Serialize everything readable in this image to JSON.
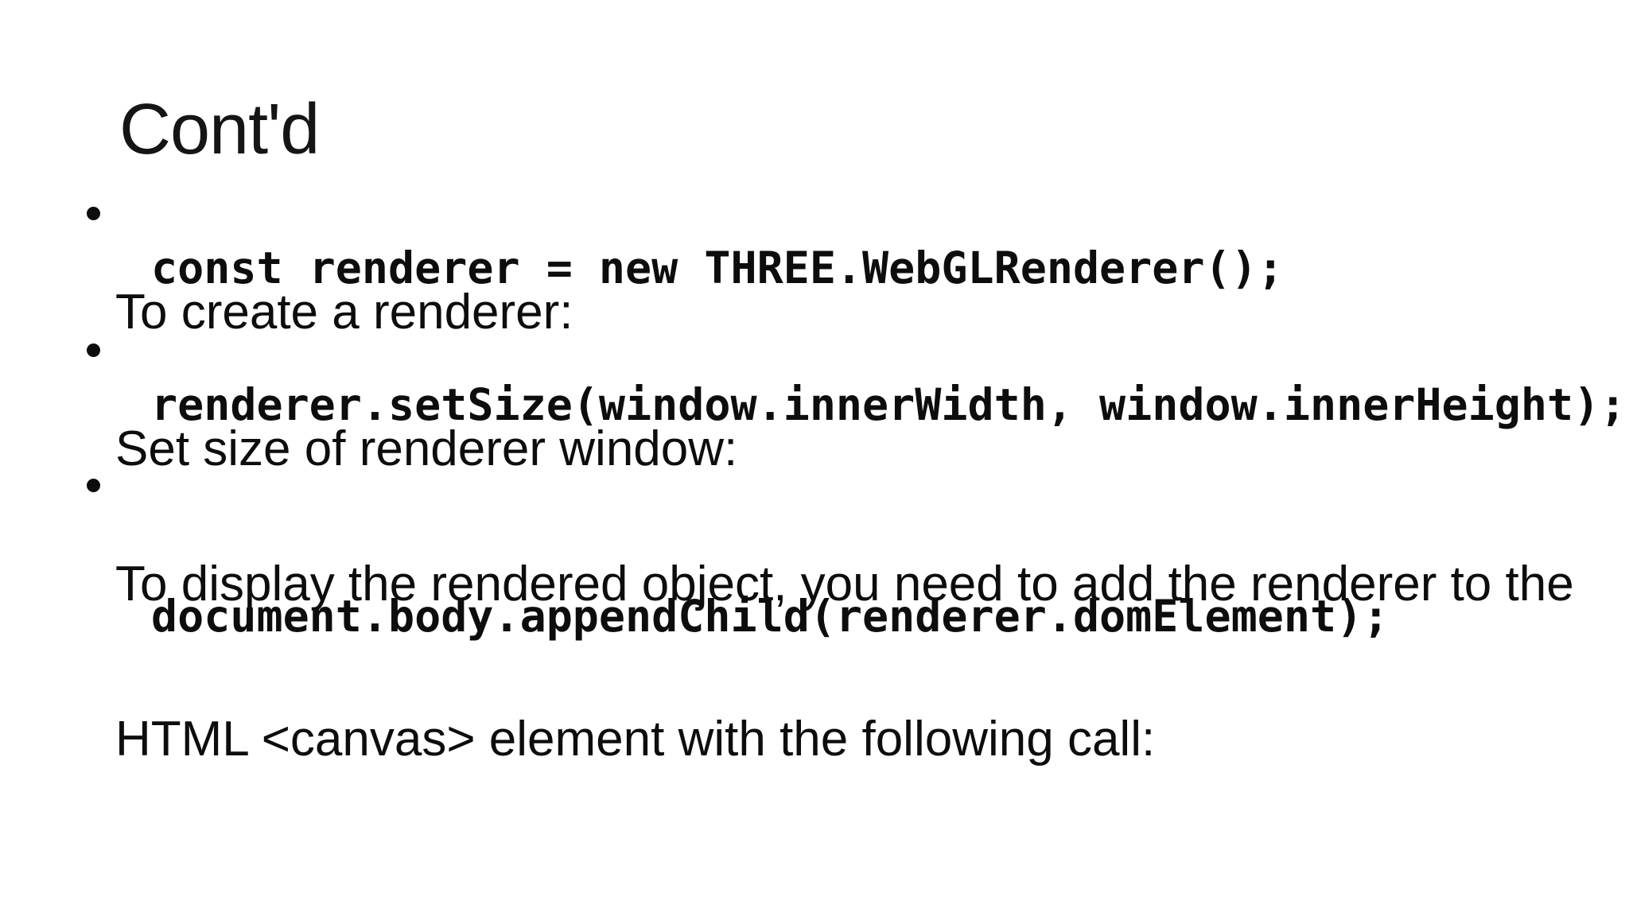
{
  "slide": {
    "title": "Cont'd",
    "bullets": [
      {
        "lines": [
          "To create a renderer:"
        ],
        "code": "const renderer = new THREE.WebGLRenderer();"
      },
      {
        "lines": [
          "Set size of renderer window:"
        ],
        "code": "renderer.setSize(window.innerWidth, window.innerHeight);"
      },
      {
        "lines": [
          "To display the rendered object, you need to add the renderer to the",
          "HTML <canvas> element with the following call:"
        ],
        "code": "document.body.appendChild(renderer.domElement);"
      }
    ],
    "colors": {
      "background": "#ffffff",
      "text": "#0d0d0d"
    }
  }
}
